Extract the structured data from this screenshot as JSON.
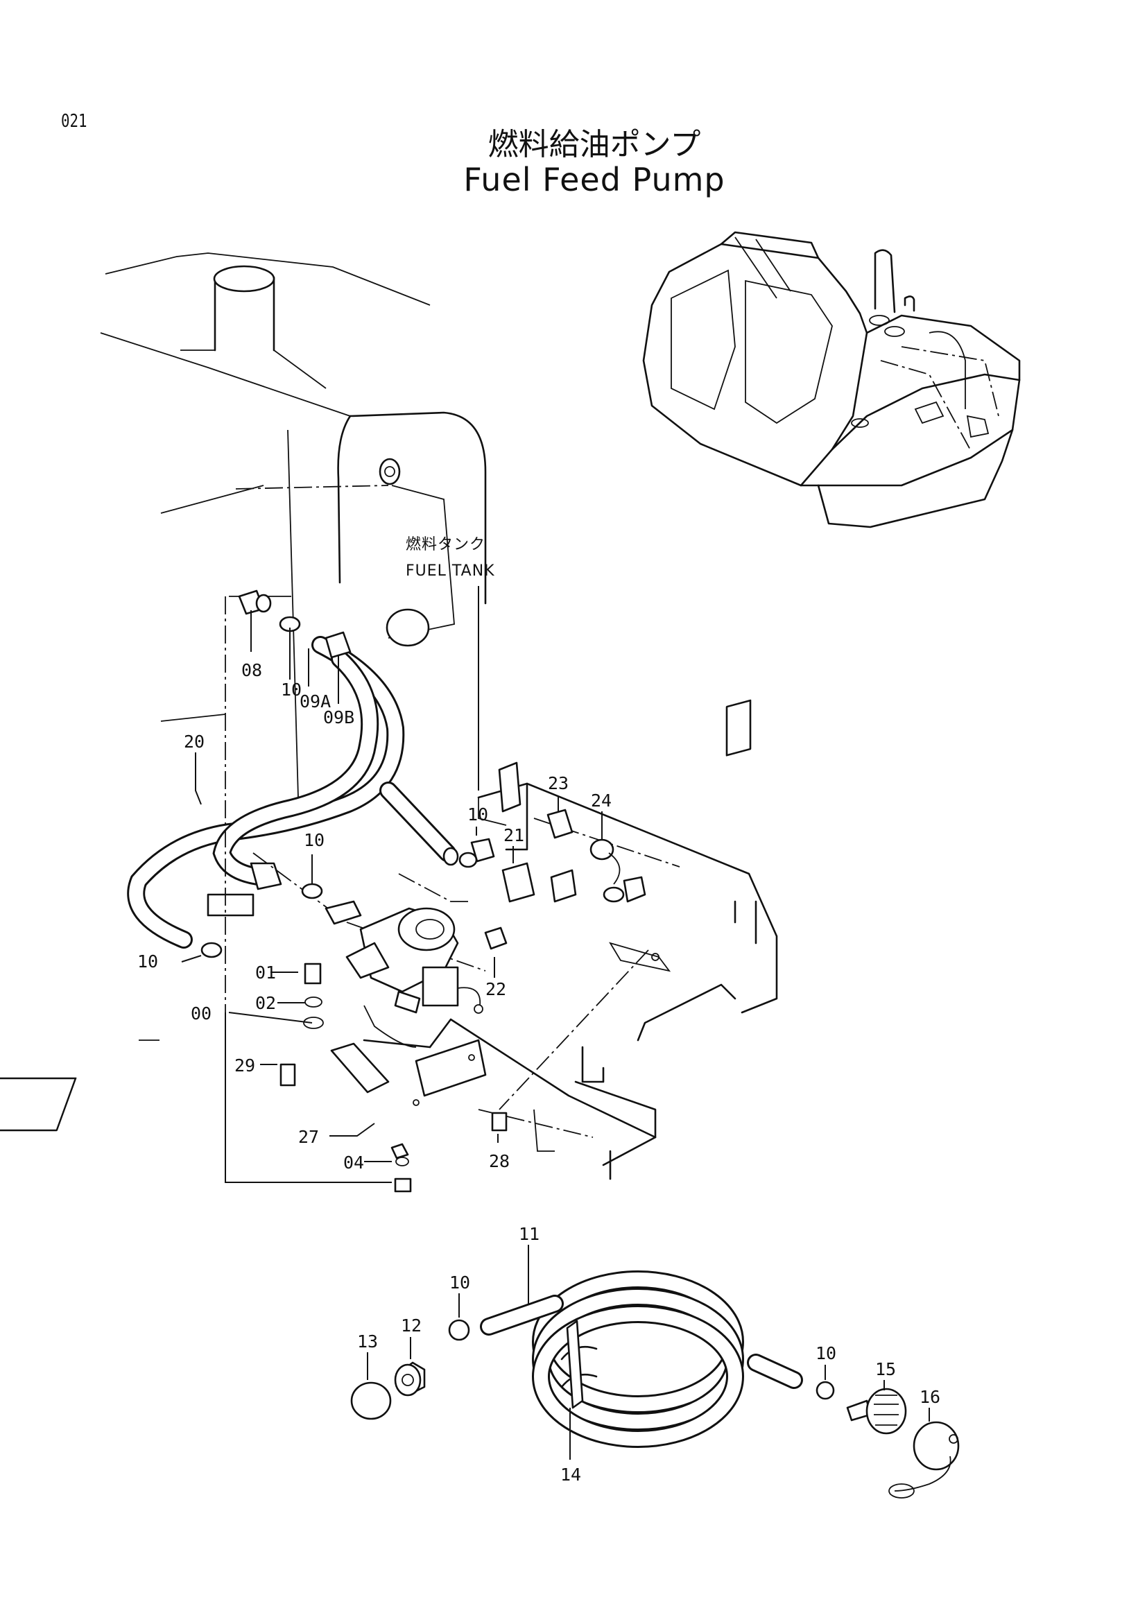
{
  "page_code": "021",
  "title_jp": "燃料給油ポンプ",
  "title_en": "Fuel Feed Pump",
  "annotation": {
    "jp": "燃料タンク",
    "en": "FUEL TANK"
  },
  "callouts": {
    "c08": "08",
    "c10a": "10",
    "c09a": "09A",
    "c09b": "09B",
    "c20": "20",
    "c10b": "10",
    "c10c": "10",
    "c23": "23",
    "c24": "24",
    "c21": "21",
    "c10d": "10",
    "c01": "01",
    "c02": "02",
    "c00": "00",
    "c22": "22",
    "c29": "29",
    "c27": "27",
    "c04": "04",
    "c28": "28",
    "c11": "11",
    "c10e": "10",
    "c12": "12",
    "c13": "13",
    "c14": "14",
    "c10f": "10",
    "c15": "15",
    "c16": "16"
  }
}
